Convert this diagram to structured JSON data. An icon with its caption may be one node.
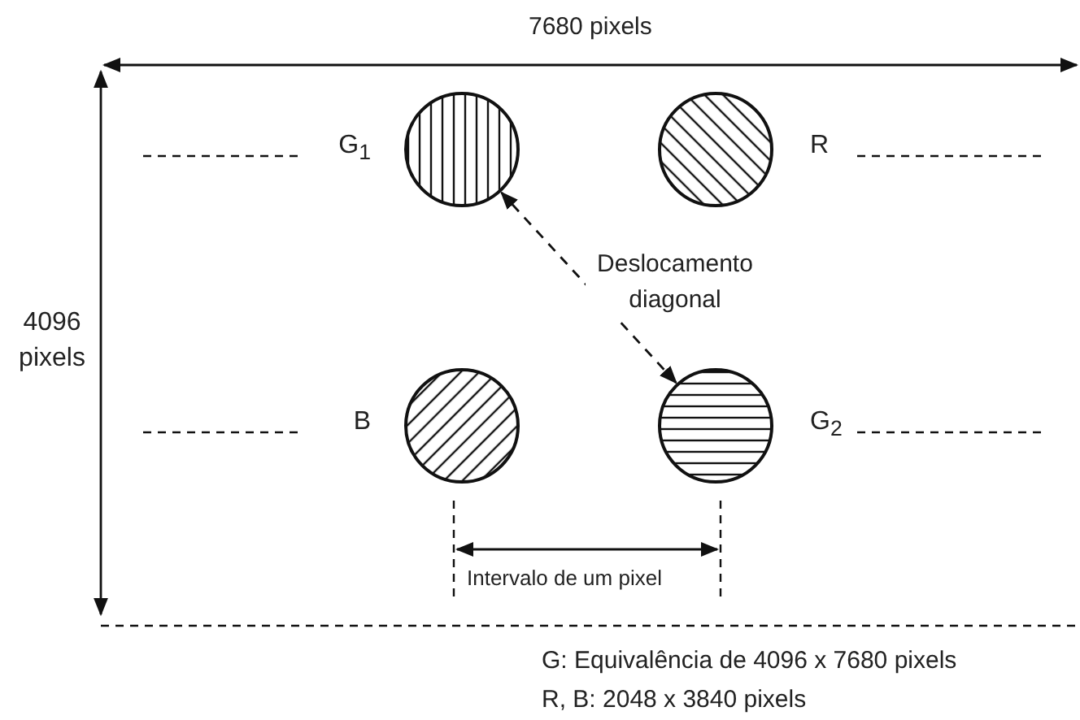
{
  "diagram": {
    "nodes": [
      {
        "text": [],
        "shape": "circle",
        "beside": [
          "G$_{1}$"
        ]
      },
      {
        "text": [],
        "shape": "circle",
        "beside": [
          "R"
        ]
      },
      {
        "text": [],
        "shape": "circle",
        "beside": [
          "B"
        ]
      },
      {
        "text": [],
        "shape": "circle",
        "beside": [
          "G$_{2}$"
        ]
      }
    ],
    "edges": [
      {
        "from": 3,
        "to": 0,
        "arrow": "both",
        "style": "dashed",
        "label": "Deslocamento diagonal"
      }
    ],
    "labels": [
      "7680 pixels",
      "4096 pixels",
      "Intervalo de um pixel",
      "G: Equivalência de 4096 x 7680 pixels",
      "R, B: 2048 x 3840 pixels"
    ]
  }
}
